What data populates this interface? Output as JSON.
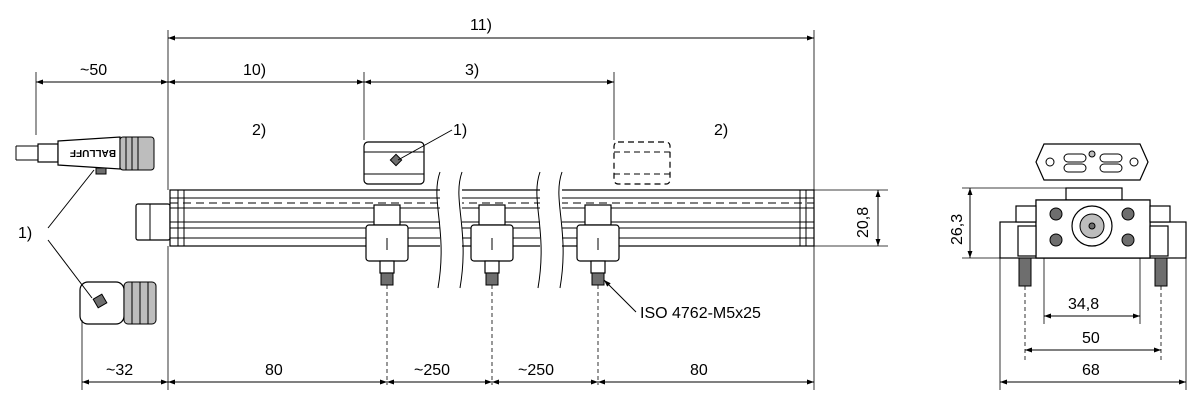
{
  "dimensions": {
    "overall": "11)",
    "cable_length": "~50",
    "sensor_region": "10)",
    "magnet_range": "3)",
    "left_end": "~32",
    "offset_left": "80",
    "pitch_1": "~250",
    "pitch_2": "~250",
    "offset_right": "80",
    "profile_height": "20,8",
    "total_height": "26,3",
    "slot_width": "34,8",
    "mount_width": "50",
    "total_width": "68"
  },
  "annotations": {
    "note_connector": "1)",
    "note_magnet": "1)",
    "note_field_left": "2)",
    "note_field_right": "2)",
    "screw_spec": "ISO 4762-M5x25"
  },
  "connector_text": "BALLUFF"
}
